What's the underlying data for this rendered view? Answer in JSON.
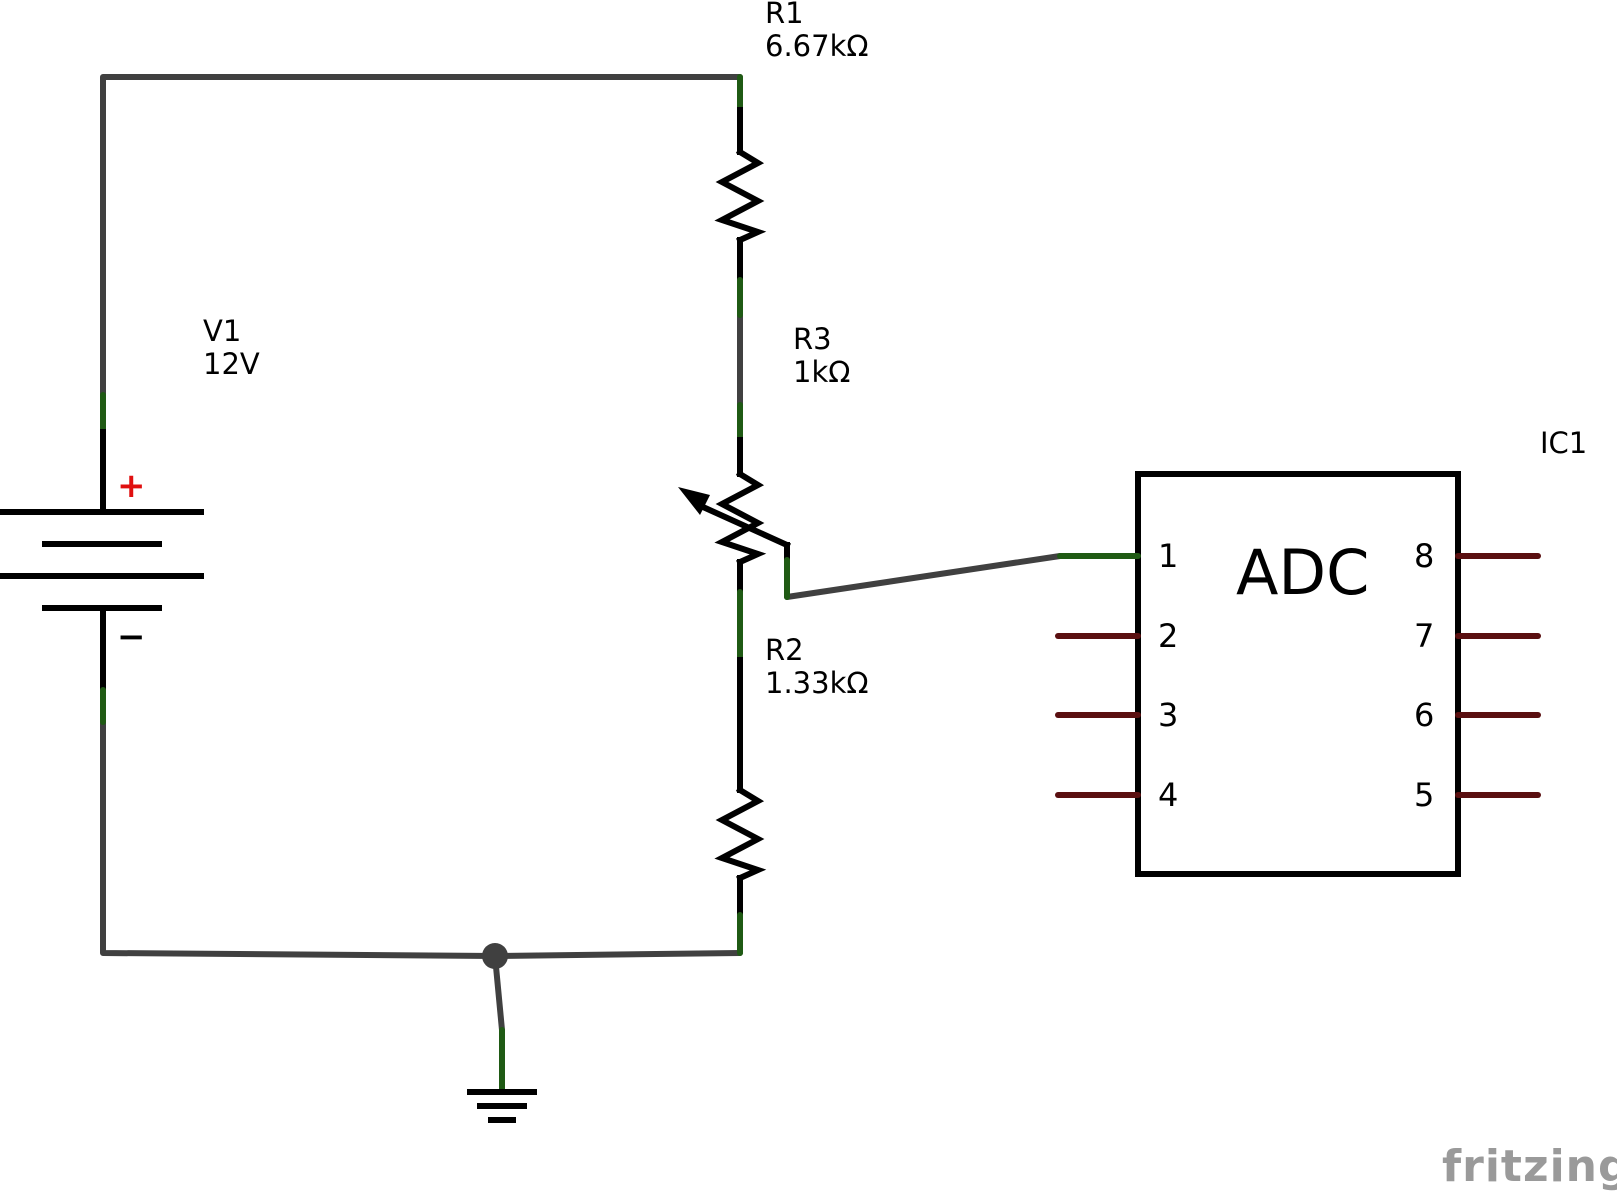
{
  "components": {
    "v1": {
      "ref": "V1",
      "value": "12V",
      "plus": "+",
      "minus": "−"
    },
    "r1": {
      "ref": "R1",
      "value": "6.67kΩ"
    },
    "r3": {
      "ref": "R3",
      "value": "1kΩ"
    },
    "r2": {
      "ref": "R2",
      "value": "1.33kΩ"
    },
    "ic1": {
      "ref": "IC1",
      "name": "ADC",
      "pins_left": [
        "1",
        "2",
        "3",
        "4"
      ],
      "pins_right": [
        "8",
        "7",
        "6",
        "5"
      ]
    }
  },
  "watermark": "fritzing",
  "colors": {
    "wire": "#404040",
    "connected_pin": "#1f5a14",
    "unconnected_pin": "#5a0f10",
    "polarity_plus": "#e01010"
  }
}
